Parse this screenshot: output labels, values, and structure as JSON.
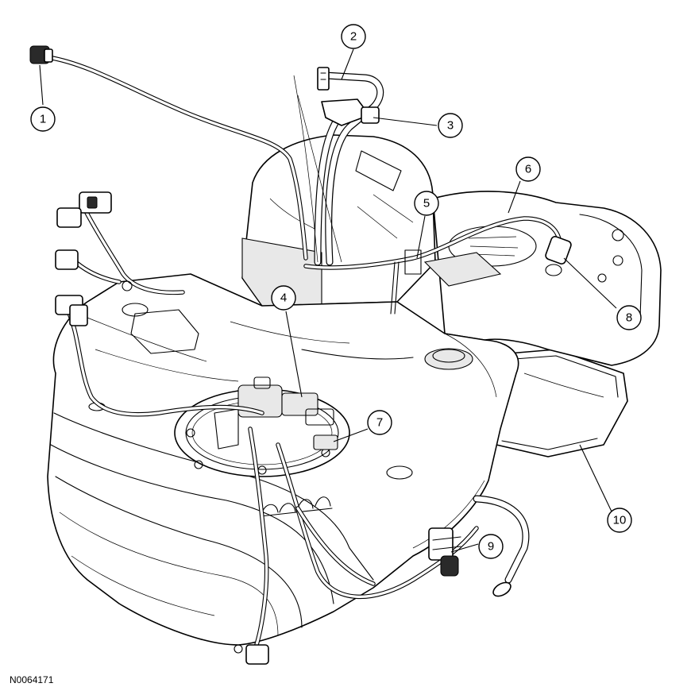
{
  "figure_id": "N0064171",
  "callouts": [
    "1",
    "2",
    "3",
    "4",
    "5",
    "6",
    "7",
    "8",
    "9",
    "10"
  ]
}
